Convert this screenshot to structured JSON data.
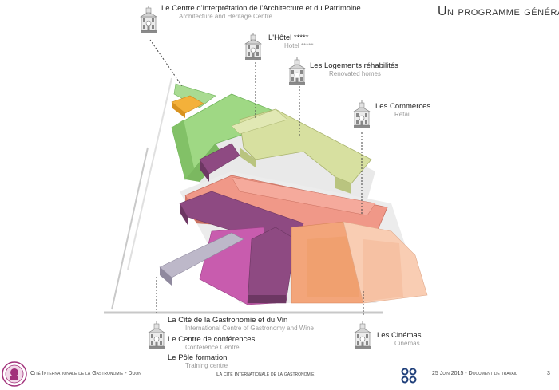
{
  "header": {
    "title": "Un programme général"
  },
  "labels": {
    "interpretation": {
      "fr": "Le Centre d'Interprétation de l'Architecture et du Patrimoine",
      "en": "Architecture and Heritage Centre"
    },
    "hotel": {
      "fr": "L'Hôtel *****",
      "en": "Hotel *****"
    },
    "logements": {
      "fr": "Les Logements réhabilités",
      "en": "Renovated homes"
    },
    "commerces": {
      "fr": "Les Commerces",
      "en": "Retail"
    },
    "cite": {
      "fr": "La Cité de la Gastronomie et du Vin",
      "en": "International Centre of Gastronomy and Wine"
    },
    "conferences": {
      "fr": "Le Centre de conférences",
      "en": "Conference Centre"
    },
    "formation": {
      "fr": "Le Pôle formation",
      "en": "Training centre"
    },
    "cinemas": {
      "fr": "Les Cinémas",
      "en": "Cinemas"
    }
  },
  "footer": {
    "left": "Cité Internationale de la Gastronomie - Dijon",
    "center": "La cité Internationale de la gastronomie",
    "date": "25 Juin 2015 - Document de travail",
    "page": "3"
  },
  "colors": {
    "green": "#9fd884",
    "olive": "#d7e0a0",
    "salmon": "#f09888",
    "peach": "#f3b48d",
    "purple": "#8e4a82",
    "magenta": "#c85cae",
    "grey": "#a9a3b8",
    "orange": "#f4b13a"
  },
  "icons": {
    "building": "domed-building-icon",
    "logo_left": "cite-gastronomie-seal-icon",
    "logo_right": "quad-circle-logo-icon"
  }
}
